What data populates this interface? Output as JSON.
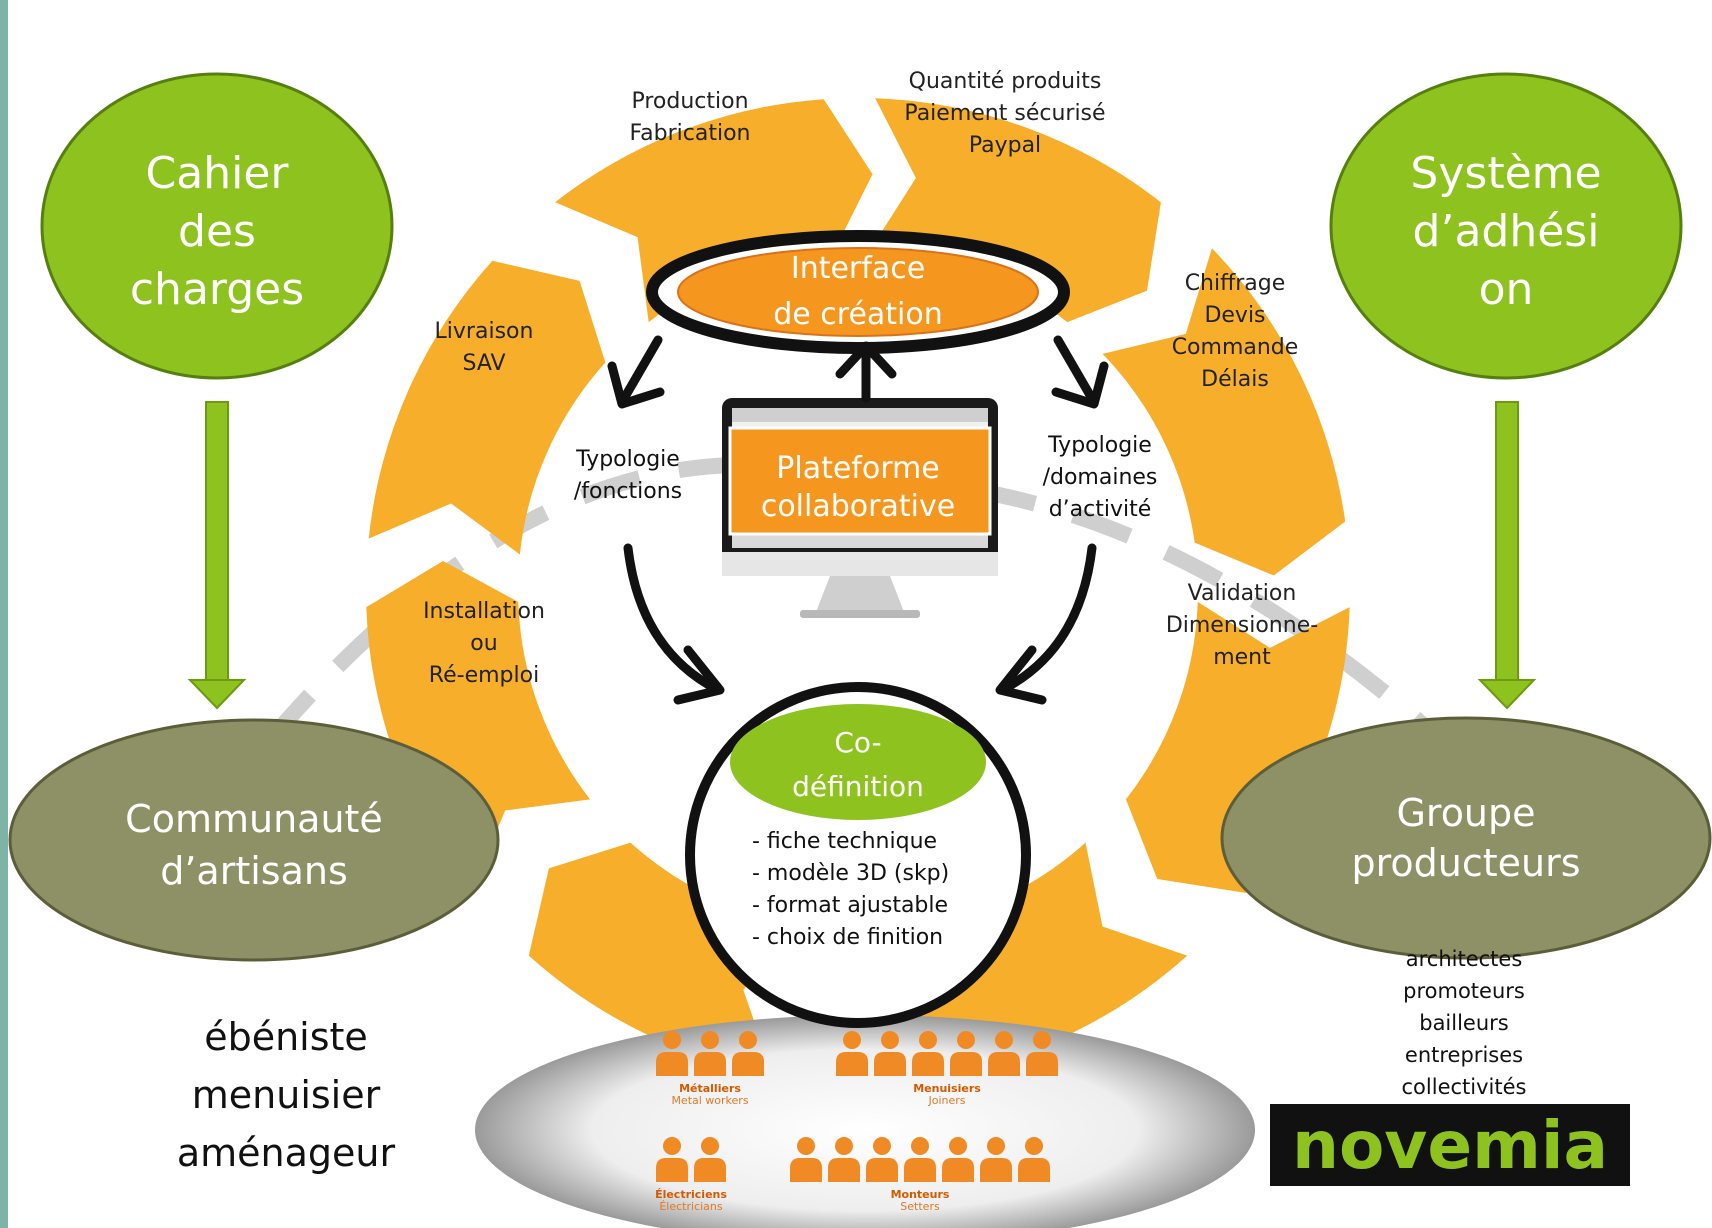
{
  "cycle_segments": [
    {
      "id": "production",
      "lines": [
        "Production",
        "Fabrication"
      ]
    },
    {
      "id": "paiement",
      "lines": [
        "Quantité produits",
        "Paiement sécurisé",
        "Paypal"
      ]
    },
    {
      "id": "chiffrage",
      "lines": [
        "Chiffrage",
        "Devis",
        "Commande",
        "Délais"
      ]
    },
    {
      "id": "validation",
      "lines": [
        "Validation",
        "Dimensionne-",
        "ment"
      ]
    },
    {
      "id": "installation",
      "lines": [
        "Installation",
        "ou",
        "Ré-emploi"
      ]
    },
    {
      "id": "livraison",
      "lines": [
        "Livraison",
        "SAV"
      ]
    }
  ],
  "green_nodes": {
    "cahier": [
      "Cahier",
      "des",
      "charges"
    ],
    "systeme": [
      "Système",
      "d’adhési",
      "on"
    ]
  },
  "olive_nodes": {
    "communaute": [
      "Communauté",
      "d’artisans"
    ],
    "groupe": [
      "Groupe",
      "producteurs"
    ]
  },
  "interface": [
    "Interface",
    "de création"
  ],
  "plateforme": [
    "Plateforme",
    "collaborative"
  ],
  "typologie_left": [
    "Typologie",
    "/fonctions"
  ],
  "typologie_right": [
    "Typologie",
    "/domaines",
    "d’activité"
  ],
  "codefinition": {
    "title": [
      "Co-",
      "définition"
    ],
    "items": [
      "- fiche technique",
      "- modèle 3D (skp)",
      "- format ajustable",
      "- choix de finition"
    ]
  },
  "trades": [
    "ébéniste",
    "menuisier",
    "aménageur"
  ],
  "producers": [
    "architectes",
    "promoteurs",
    "bailleurs",
    "entreprises",
    "collectivités"
  ],
  "workers": [
    {
      "label": "Métalliers",
      "sub": "Metal workers"
    },
    {
      "label": "Menuisiers",
      "sub": "Joiners"
    },
    {
      "label": "Électriciens",
      "sub": "Électricians"
    },
    {
      "label": "Monteurs",
      "sub": "Setters"
    }
  ],
  "logo": "novemia",
  "colors": {
    "orange": "#f6ae2b",
    "green": "#8dc21f",
    "olive": "#8e9066",
    "center_orange": "#f5961e",
    "dark": "#111111"
  }
}
